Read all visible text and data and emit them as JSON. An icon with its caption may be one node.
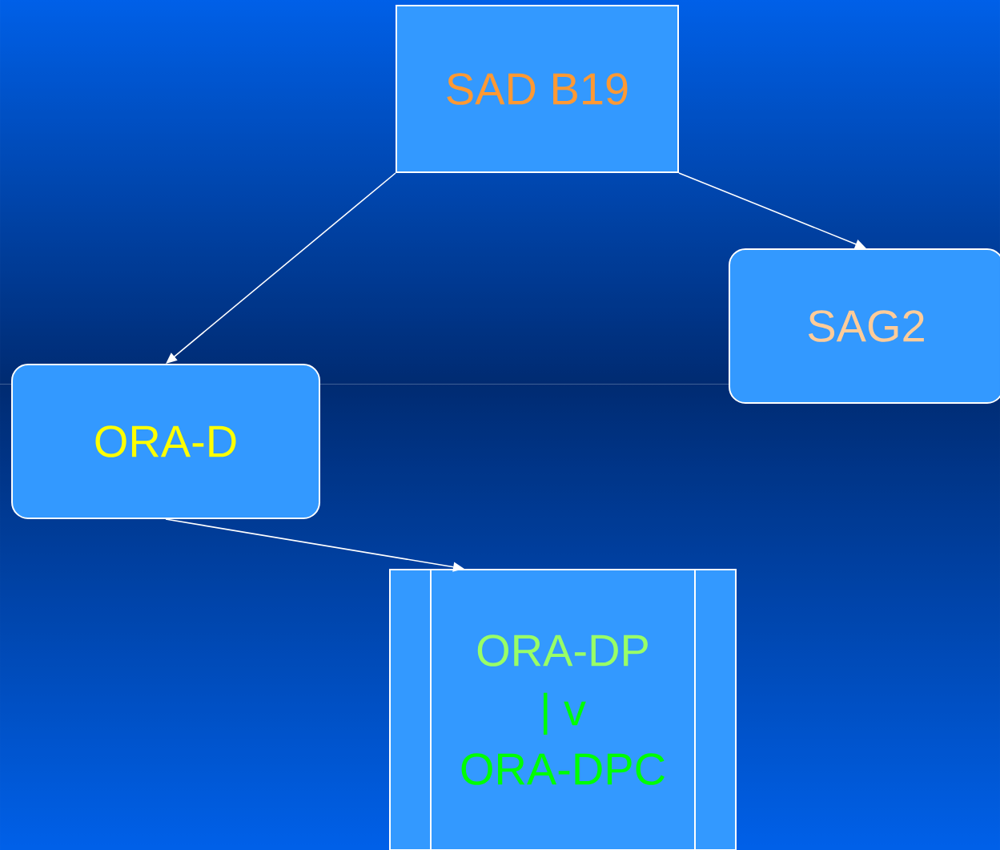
{
  "diagram": {
    "nodes": [
      {
        "text": [
          "SAD B19"
        ]
      },
      {
        "text": [
          "SAG2"
        ]
      },
      {
        "text": [
          "ORA-D"
        ]
      },
      {
        "text": [
          "ORA-DP",
          "| v",
          "ORA-DPC"
        ]
      }
    ],
    "edges": [
      {
        "from": 0,
        "to": 2,
        "arrow": "to"
      },
      {
        "from": 0,
        "to": 1,
        "arrow": "to"
      },
      {
        "from": 2,
        "to": 3,
        "arrow": "to"
      }
    ]
  }
}
